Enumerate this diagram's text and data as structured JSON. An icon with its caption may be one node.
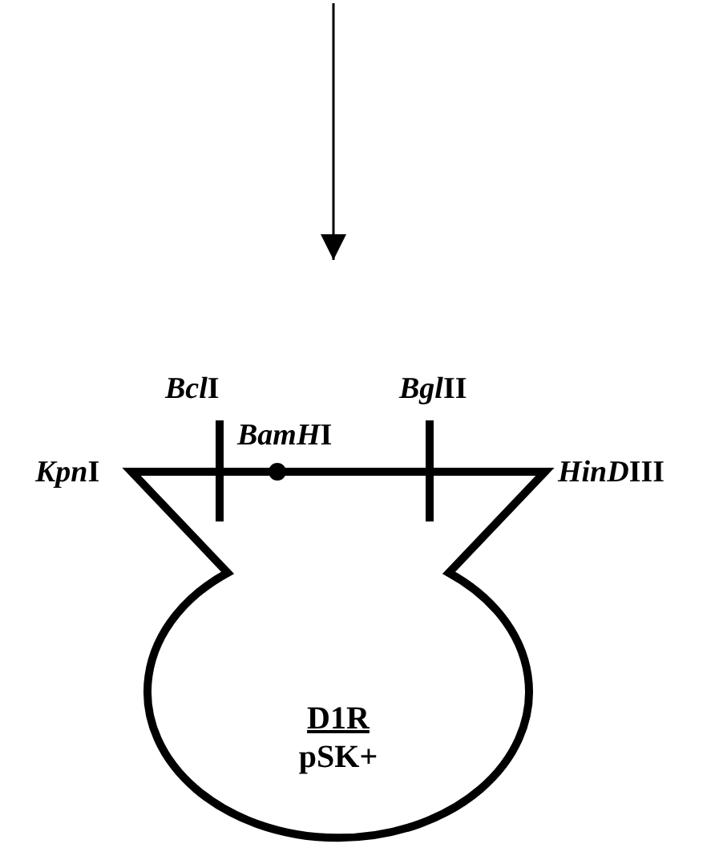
{
  "diagram": {
    "nodes": [
      {
        "text": [
          "D1R",
          "pSK+"
        ]
      }
    ],
    "labels": [
      "KpnI",
      "BclI",
      "BamHI",
      "BglII",
      "HinDIII"
    ]
  }
}
